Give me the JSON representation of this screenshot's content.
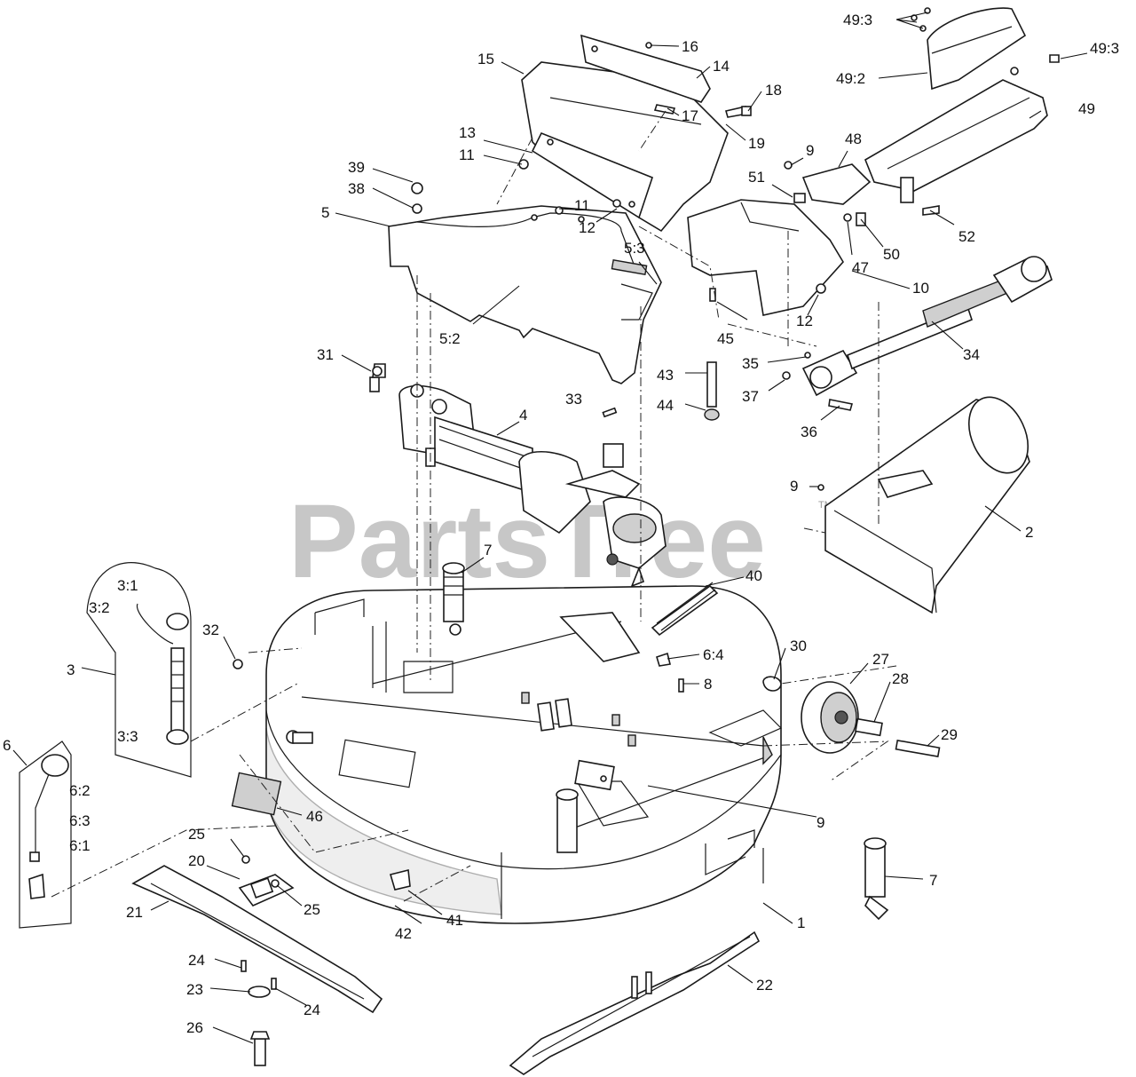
{
  "watermark": {
    "text": "PartsTree",
    "mark": "TM"
  },
  "callouts": [
    "1",
    "2",
    "3",
    "3:1",
    "3:2",
    "3:3",
    "4",
    "5",
    "5:2",
    "5:3",
    "6",
    "6:1",
    "6:2",
    "6:3",
    "6:4",
    "7",
    "8",
    "9",
    "10",
    "11",
    "12",
    "13",
    "14",
    "15",
    "16",
    "17",
    "18",
    "19",
    "20",
    "21",
    "22",
    "23",
    "24",
    "25",
    "26",
    "27",
    "28",
    "29",
    "30",
    "31",
    "32",
    "33",
    "34",
    "35",
    "36",
    "37",
    "38",
    "39",
    "40",
    "41",
    "42",
    "43",
    "44",
    "45",
    "46",
    "47",
    "48",
    "49",
    "49:2",
    "49:3",
    "50",
    "51",
    "52"
  ]
}
